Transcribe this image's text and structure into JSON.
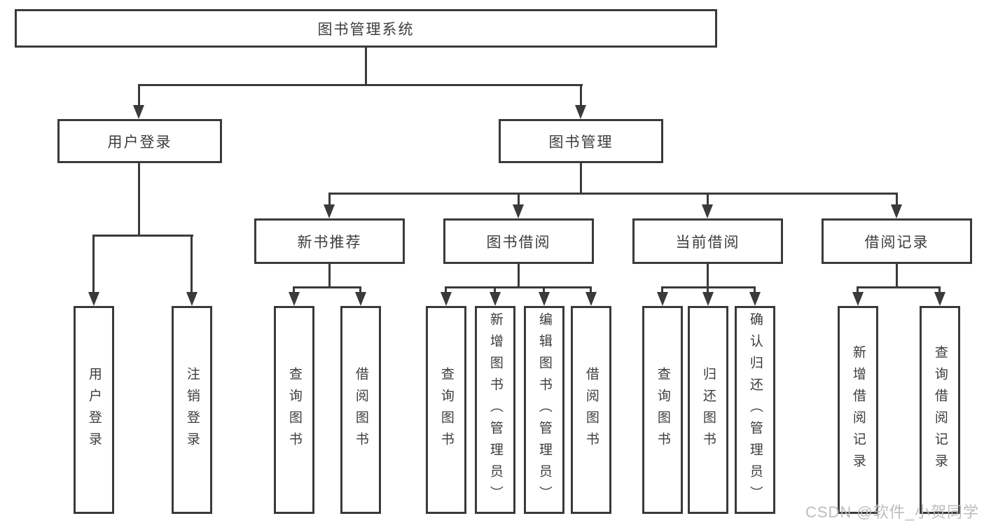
{
  "colors": {
    "line": "#3a3a3a",
    "node_text": "#3d3d3d",
    "background": "#ffffff",
    "watermark_text": "#b9b9b9"
  },
  "watermark": {
    "text": "CSDN @软件_小贺同学"
  },
  "tree": {
    "root": {
      "label": "图书管理系统"
    },
    "branches": [
      {
        "label": "用户登录",
        "children": [
          {
            "label": "用户登录"
          },
          {
            "label": "注销登录"
          }
        ]
      },
      {
        "label": "图书管理",
        "children": [
          {
            "label": "新书推荐",
            "children": [
              {
                "label": "查询图书"
              },
              {
                "label": "借阅图书"
              }
            ]
          },
          {
            "label": "图书借阅",
            "children": [
              {
                "label": "查询图书"
              },
              {
                "label": "新增图书（管理员）"
              },
              {
                "label": "编辑图书（管理员）"
              },
              {
                "label": "借阅图书"
              }
            ]
          },
          {
            "label": "当前借阅",
            "children": [
              {
                "label": "查询图书"
              },
              {
                "label": "归还图书"
              },
              {
                "label": "确认归还（管理员）"
              }
            ]
          },
          {
            "label": "借阅记录",
            "children": [
              {
                "label": "新增借阅记录"
              },
              {
                "label": "查询借阅记录"
              }
            ]
          }
        ]
      }
    ]
  }
}
